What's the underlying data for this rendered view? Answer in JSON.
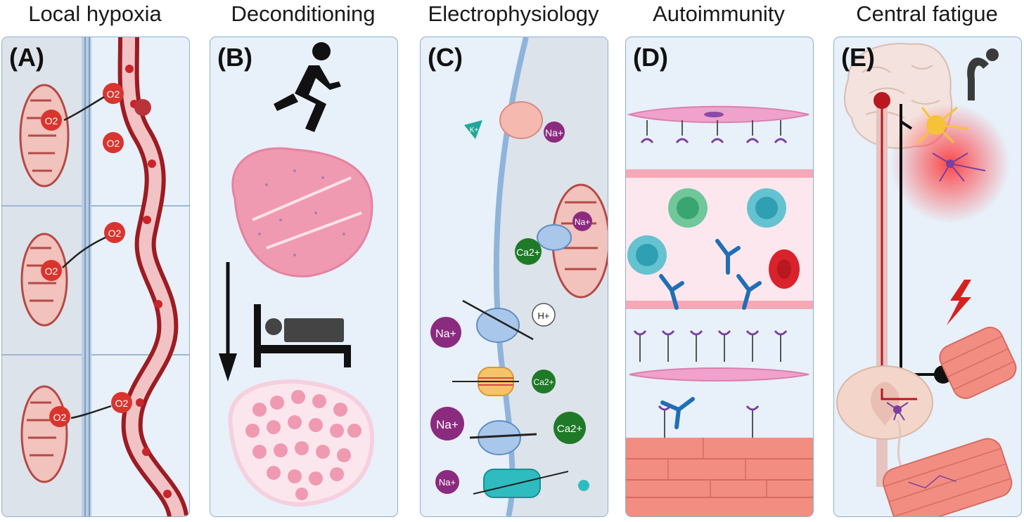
{
  "panels": [
    {
      "label": "(A)",
      "title": "Local hypoxia"
    },
    {
      "label": "(B)",
      "title": "Deconditioning"
    },
    {
      "label": "(C)",
      "title": "Electrophysiology"
    },
    {
      "label": "(D)",
      "title": "Autoimmunity"
    },
    {
      "label": "(E)",
      "title": "Central fatigue"
    }
  ],
  "ions": {
    "oxygen": "O2",
    "potassium": "K+",
    "sodium": "Na+",
    "calcium": "Ca2+",
    "hydrogen": "H+"
  },
  "colors": {
    "panel_bg": "#e8f0f9",
    "panel_border": "#8fb0d0",
    "blood_red": "#c8242b",
    "muscle_pink": "#ee9aaa",
    "sodium_purple": "#8b2b7f",
    "calcium_green": "#1f7a28",
    "antibody_blue": "#1f6fb5"
  }
}
